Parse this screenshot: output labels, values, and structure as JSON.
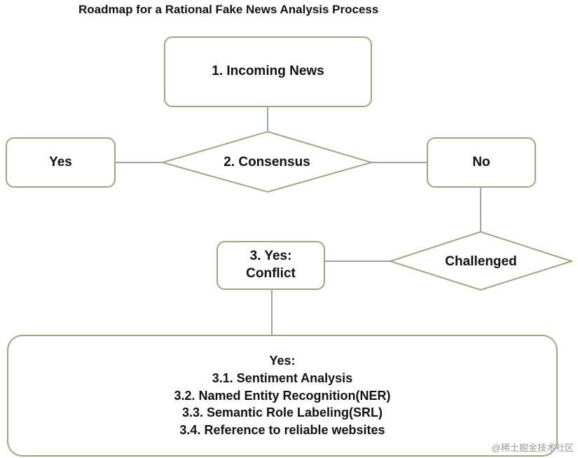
{
  "title": "Roadmap for a Rational Fake News Analysis Process",
  "nodes": {
    "incoming": "1. Incoming News",
    "consensus": "2. Consensus",
    "yes": "Yes",
    "no": "No",
    "challenged": "Challenged",
    "conflict_line1": "3. Yes:",
    "conflict_line2": "Conflict"
  },
  "analysis": {
    "header": "Yes:",
    "items": [
      "3.1. Sentiment Analysis",
      "3.2. Named Entity Recognition(NER)",
      "3.3. Semantic Role Labeling(SRL)",
      "3.4. Reference to reliable websites"
    ]
  },
  "watermark": "@稀土掘金技术社区",
  "colors": {
    "shape_stroke": "#9aab78",
    "connector": "#9aa3b3"
  }
}
